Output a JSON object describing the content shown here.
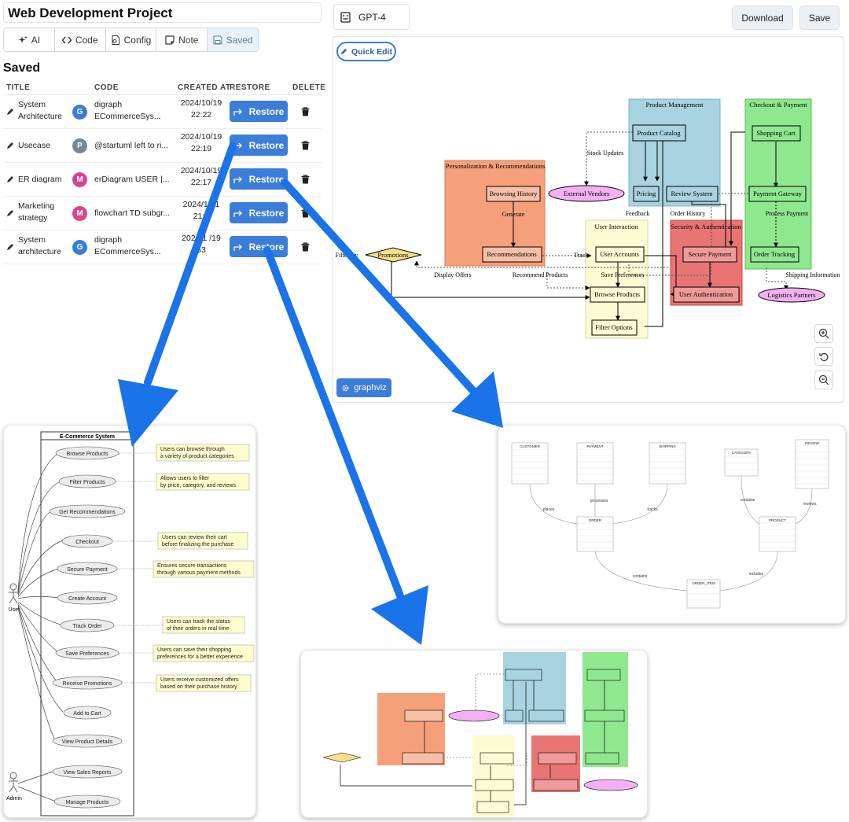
{
  "project_title": "Web Development Project",
  "tabs": [
    {
      "label": "AI",
      "icon": "sparkle-icon"
    },
    {
      "label": "Code",
      "icon": "code-icon"
    },
    {
      "label": "Config",
      "icon": "config-file-icon"
    },
    {
      "label": "Note",
      "icon": "note-icon"
    },
    {
      "label": "Saved",
      "icon": "save-icon",
      "active": true
    }
  ],
  "saved_heading": "Saved",
  "table_headers": {
    "title": "TITLE",
    "code": "CODE",
    "created_at": "CREATED AT",
    "restore": "RESTORE",
    "delete": "DELETE"
  },
  "rows": [
    {
      "title": "System Architecture",
      "avatar": "G",
      "avatar_color": "#3b7dd8",
      "code": "digraph ECommerceSys...",
      "date": "2024/10/19",
      "time": "22:22",
      "restore_label": "Restore"
    },
    {
      "title": "Usecase",
      "avatar": "P",
      "avatar_color": "#7b8694",
      "code": "@startuml left to ri...",
      "date": "2024/10/19",
      "time": "22:19",
      "restore_label": "Restore"
    },
    {
      "title": "ER diagram",
      "avatar": "M",
      "avatar_color": "#d6468c",
      "code": "erDiagram USER |...",
      "date": "2024/10/19",
      "time": "22:17",
      "restore_label": "Restore"
    },
    {
      "title": "Marketing strategy",
      "avatar": "M",
      "avatar_color": "#d6468c",
      "code": "flowchart TD subgr...",
      "date": "2024/10/1",
      "time": "21:5",
      "restore_label": "Restore"
    },
    {
      "title": "System architecture",
      "avatar": "G",
      "avatar_color": "#3b7dd8",
      "code": "digraph ECommerceSys...",
      "date": "2024/1 /19",
      "time": "53",
      "restore_label": "Restore"
    }
  ],
  "model": "GPT-4",
  "download_label": "Download",
  "save_label": "Save",
  "quick_edit_label": "Quick Edit",
  "engine_label": "graphviz",
  "colors": {
    "accent": "#3b7dd8",
    "arrow": "#1a73e8",
    "product": "#a9d3e0",
    "checkout": "#8fe88f",
    "personal": "#f5a07a",
    "security": "#e87474",
    "interaction": "#fdfbd3",
    "vendor": "#f3b0f3",
    "promo": "#f8e08a"
  },
  "graph": {
    "clusters": {
      "product": "Product Management",
      "checkout": "Checkout & Payment",
      "personal": "Personalization & Recommendations",
      "interaction": "User Interaction",
      "security": "Security & Authentication"
    },
    "nodes": {
      "catalog": "Product Catalog",
      "pricing": "Pricing",
      "review": "Review System",
      "cart": "Shopping Cart",
      "gateway": "Payment Gateway",
      "tracking": "Order Tracking",
      "browsing": "Browsing History",
      "recs": "Recommendations",
      "accounts": "User Accounts",
      "browse": "Browse Products",
      "filter": "Filter Options",
      "secure": "Secure Payment",
      "auth": "User Authentication",
      "vendors": "External Vendors",
      "promotions": "Promotions",
      "logistics": "Logistics Partners"
    },
    "edges": {
      "stock": "Stock Updates",
      "generate": "Generate",
      "feedback": "Feedback",
      "history": "Order History",
      "process": "Process Payment",
      "track": "Track",
      "save_prefs": "Save Preferences",
      "recommend": "Recommend Products",
      "display": "Display Offers",
      "shipping": "Shipping Information",
      "filter_by": "Filter By"
    }
  },
  "usecase": {
    "system": "E-Commerce System",
    "actors": [
      "User",
      "Admin"
    ],
    "cases": [
      "Browse Products",
      "Filter Products",
      "Get Recommendations",
      "Checkout",
      "Secure Payment",
      "Create Account",
      "Track Order",
      "Save Preferences",
      "Receive Promotions",
      "Add to Cart",
      "View Product Details",
      "View Sales Reports",
      "Manage Products"
    ],
    "notes": [
      [
        "Users can browse through",
        "a variety of product categories"
      ],
      [
        "Allows users to filter",
        "by price, category, and reviews"
      ],
      [
        "Users can review their cart",
        "before finalizing the purchase"
      ],
      [
        "Ensures secure transactions",
        "through various payment methods"
      ],
      [
        "Users can track the status",
        "of their orders in real time"
      ],
      [
        "Users can save their shopping",
        "preferences for a better experience"
      ],
      [
        "Users receive customized offers",
        "based on their purchase history"
      ]
    ]
  },
  "er": {
    "entities": {
      "customer": "CUSTOMER",
      "payment": "PAYMENT",
      "shipping": "SHIPPING",
      "category": "CATEGORY",
      "review": "REVIEW",
      "order": "ORDER",
      "product": "PRODUCT",
      "order_item": "ORDER_ITEM"
    },
    "relations": {
      "places": "places",
      "processes": "processes",
      "tracks": "tracks",
      "contains1": "contains",
      "reviews": "reviews",
      "contains2": "contains",
      "includes": "includes"
    }
  }
}
